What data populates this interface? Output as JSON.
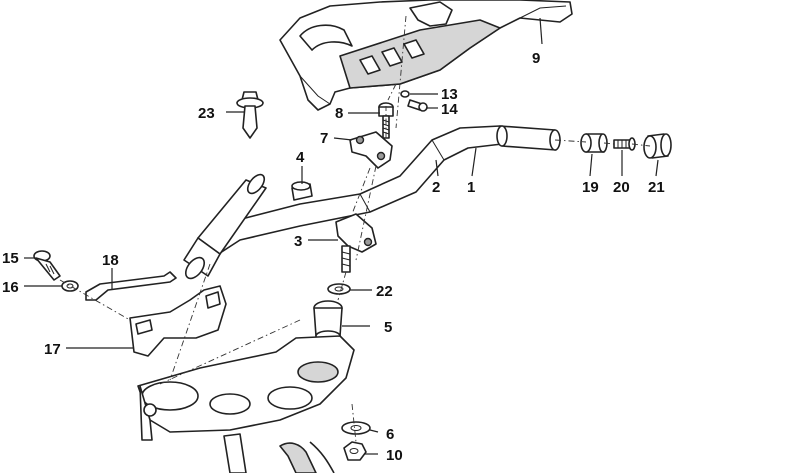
{
  "parts": [
    {
      "id": "1",
      "label": "1"
    },
    {
      "id": "2",
      "label": "2"
    },
    {
      "id": "3",
      "label": "3"
    },
    {
      "id": "4",
      "label": "4"
    },
    {
      "id": "5",
      "label": "5"
    },
    {
      "id": "6",
      "label": "6"
    },
    {
      "id": "7",
      "label": "7"
    },
    {
      "id": "8",
      "label": "8"
    },
    {
      "id": "9",
      "label": "9"
    },
    {
      "id": "10",
      "label": "10"
    },
    {
      "id": "13",
      "label": "13"
    },
    {
      "id": "14",
      "label": "14"
    },
    {
      "id": "15",
      "label": "15"
    },
    {
      "id": "16",
      "label": "16"
    },
    {
      "id": "17",
      "label": "17"
    },
    {
      "id": "18",
      "label": "18"
    },
    {
      "id": "19",
      "label": "19"
    },
    {
      "id": "20",
      "label": "20"
    },
    {
      "id": "21",
      "label": "21"
    },
    {
      "id": "22",
      "label": "22"
    },
    {
      "id": "23",
      "label": "23"
    }
  ]
}
